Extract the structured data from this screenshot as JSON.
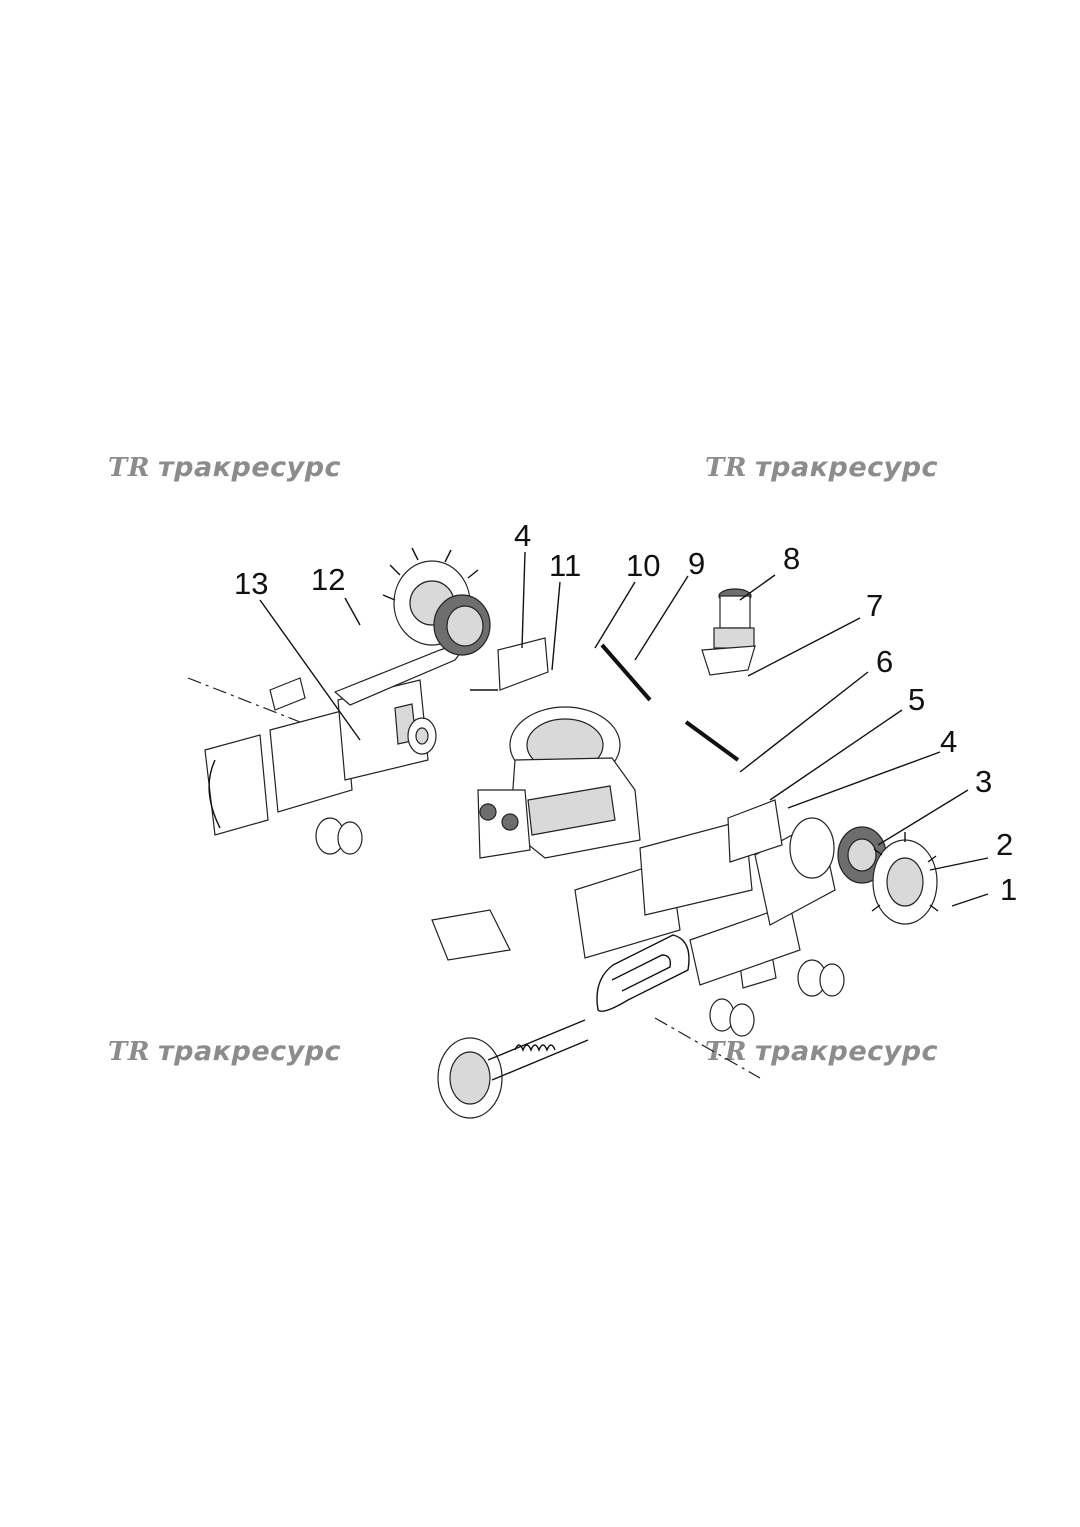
{
  "watermark": {
    "logo_text": "TR",
    "brand_text": "тракресурс",
    "color": "#8c8c8c"
  },
  "callouts": {
    "c1": "1",
    "c2": "2",
    "c3": "3",
    "c4a": "4",
    "c4b": "4",
    "c5": "5",
    "c6": "6",
    "c7": "7",
    "c8": "8",
    "c9": "9",
    "c10": "10",
    "c11": "11",
    "c12": "12",
    "c13": "13"
  }
}
